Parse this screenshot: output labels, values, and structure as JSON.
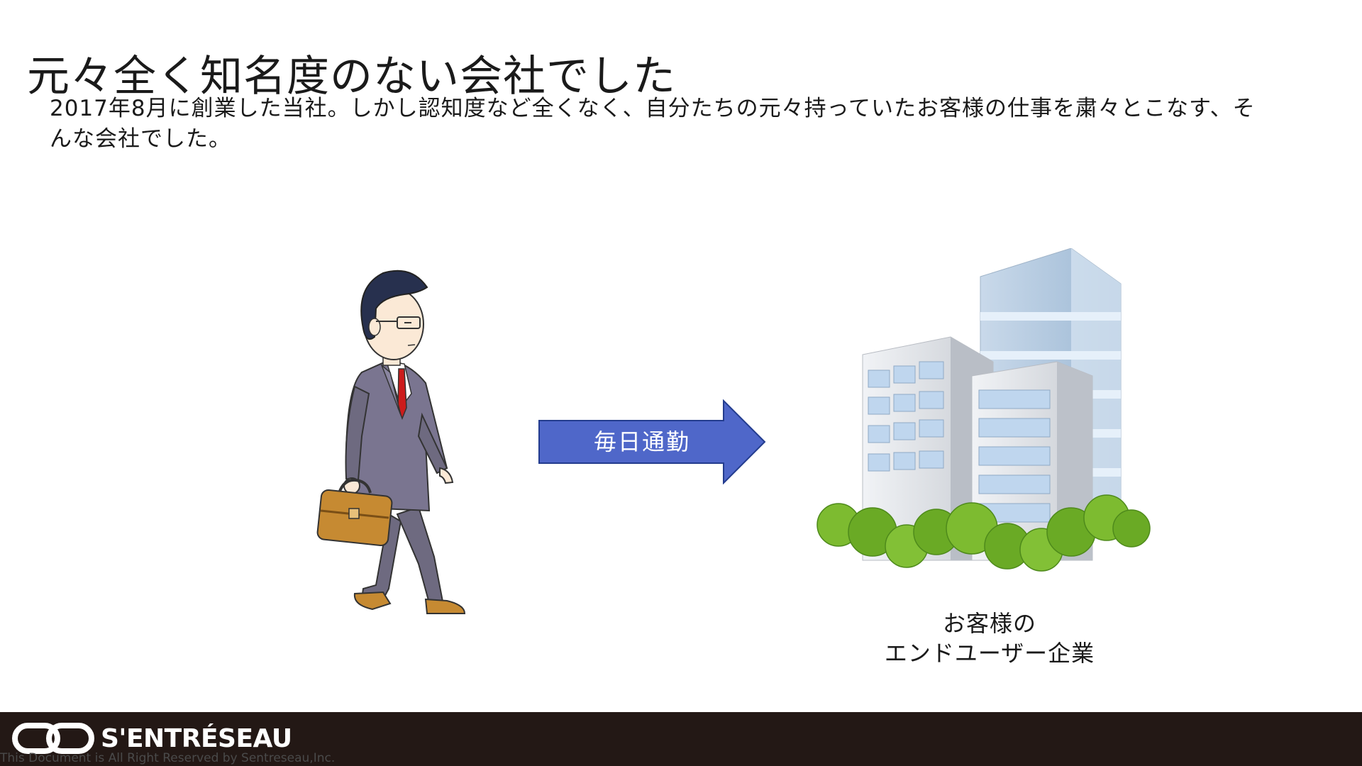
{
  "slide": {
    "title": "元々全く知名度のない会社でした",
    "body": "2017年8月に創業した当社。しかし認知度など全くなく、自分たちの元々持っていたお客様の仕事を粛々とこなす、そんな会社でした。"
  },
  "illustration": {
    "arrow_label": "毎日通勤",
    "building_caption_line1": "お客様の",
    "building_caption_line2": "エンドユーザー企業"
  },
  "footer": {
    "brand": "S'ENTRÉSEAU",
    "copyright": "This Document is All Right Reserved by Sentreseau,Inc."
  },
  "colors": {
    "arrow_fill": "#4f67c9",
    "footer_bg": "#231815",
    "suit": "#6e6a80",
    "tie": "#cc1c1c",
    "briefcase": "#c68a32",
    "trees": "#76b82a"
  },
  "icons": [
    "businessman-walking-icon",
    "office-building-icon",
    "logo-mark-icon"
  ]
}
